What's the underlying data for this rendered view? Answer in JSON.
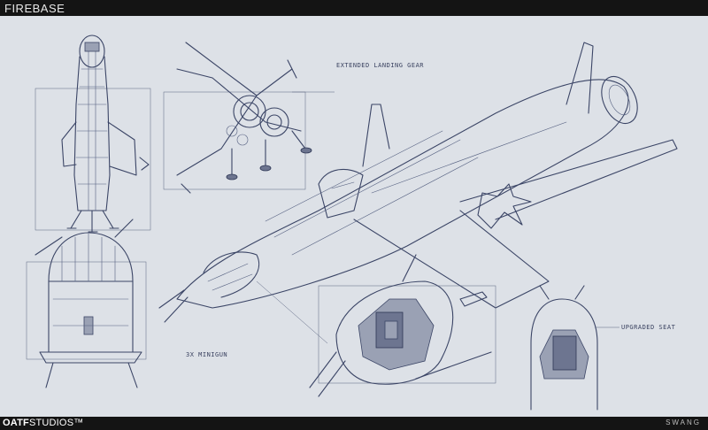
{
  "header": {
    "title": "FIREBASE"
  },
  "footer": {
    "logo_bold": "OATF",
    "logo_rest": "STUDIOS™",
    "artist": "SWANG"
  },
  "annotations": {
    "landing_gear": "EXTENDED LANDING GEAR",
    "minigun": "3X MINIGUN",
    "seat": "UPGRADED SEAT"
  }
}
